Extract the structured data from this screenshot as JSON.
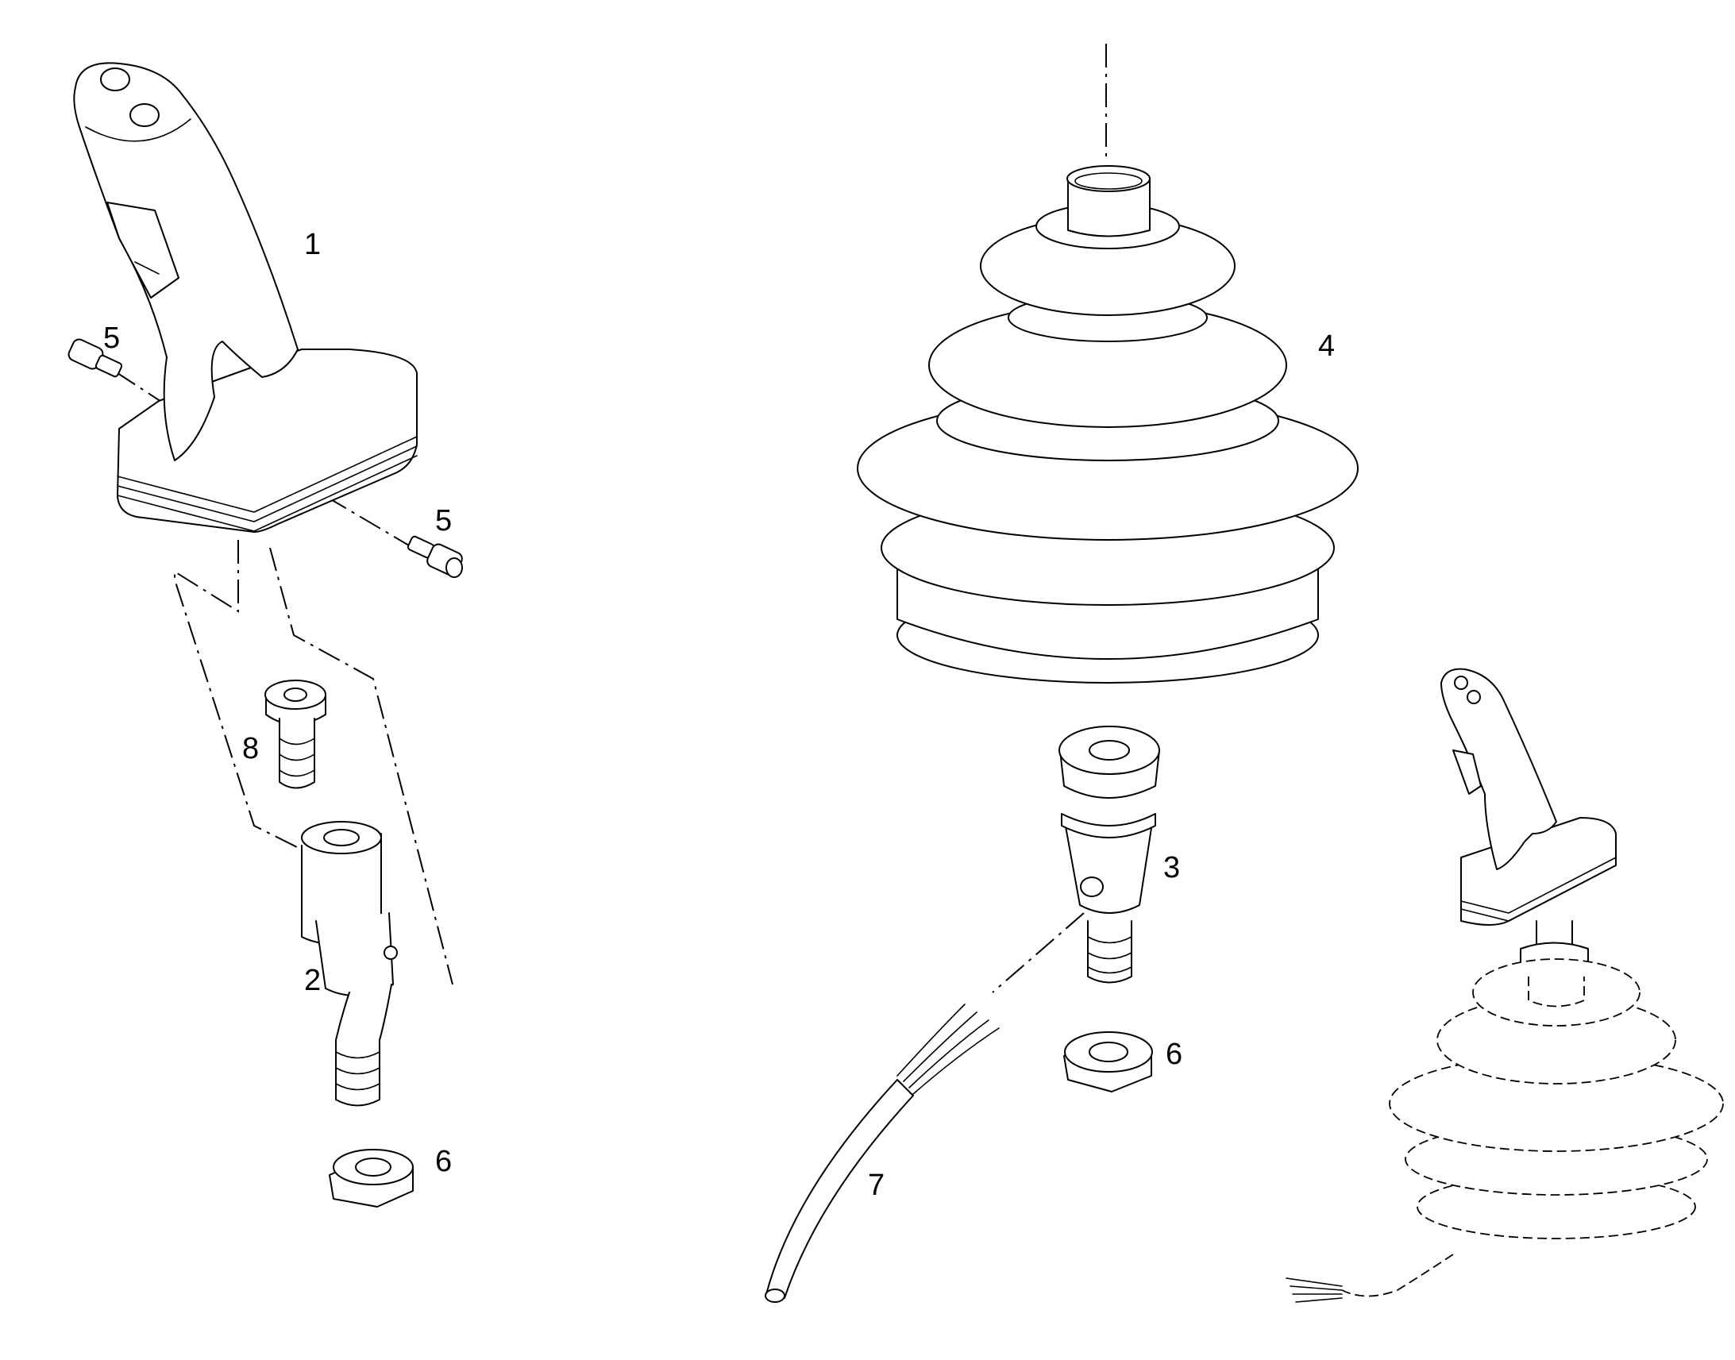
{
  "callouts": [
    {
      "id": "c1",
      "label": "1"
    },
    {
      "id": "c5a",
      "label": "5"
    },
    {
      "id": "c5b",
      "label": "5"
    },
    {
      "id": "c4",
      "label": "4"
    },
    {
      "id": "c8",
      "label": "8"
    },
    {
      "id": "c2",
      "label": "2"
    },
    {
      "id": "c6a",
      "label": "6"
    },
    {
      "id": "c3",
      "label": "3"
    },
    {
      "id": "c6b",
      "label": "6"
    },
    {
      "id": "c7",
      "label": "7"
    }
  ],
  "colors": {
    "line": "#000000",
    "background": "#ffffff"
  }
}
